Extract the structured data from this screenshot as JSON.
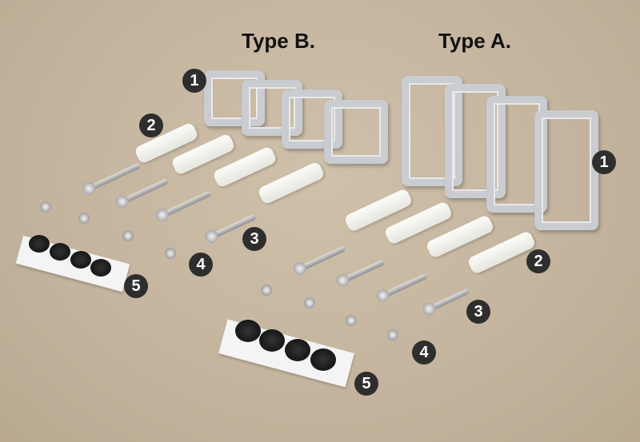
{
  "titles": {
    "type_b": "Type B.",
    "type_a": "Type A."
  },
  "type_b_labels": [
    "1",
    "2",
    "3",
    "4",
    "5"
  ],
  "type_a_labels": [
    "1",
    "2",
    "3",
    "4",
    "5"
  ]
}
